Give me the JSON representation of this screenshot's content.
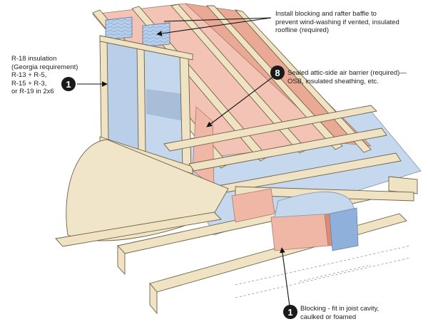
{
  "callouts": {
    "baffle": {
      "lines": [
        "Install blocking and rafter baffle to",
        "prevent wind-washing if vented, insulated",
        "roofline (required)"
      ]
    },
    "insulation": {
      "badge": "1",
      "lines": [
        "R-18 insulation",
        "(Georgia requirement)",
        "R-13 + R-5,",
        "R-15 + R-3,",
        "or R-19 in 2x6"
      ]
    },
    "air_barrier": {
      "badge": "8",
      "lines": [
        "Sealed attic-side air barrier (required)—",
        "OSB, insulated sheathing, etc."
      ]
    },
    "blocking": {
      "badge": "1",
      "lines": [
        "Blocking - fit in joist cavity,",
        "caulked or foamed"
      ]
    }
  },
  "colors": {
    "insulation": "#b9cfe9",
    "insulation_dark": "#8fb0da",
    "wood": "#efe3c4",
    "wood_edge": "#6e6148",
    "sheathing": "#f0b7a6",
    "sheathing_dark": "#d98a78",
    "badge": "#1a1a1a"
  }
}
